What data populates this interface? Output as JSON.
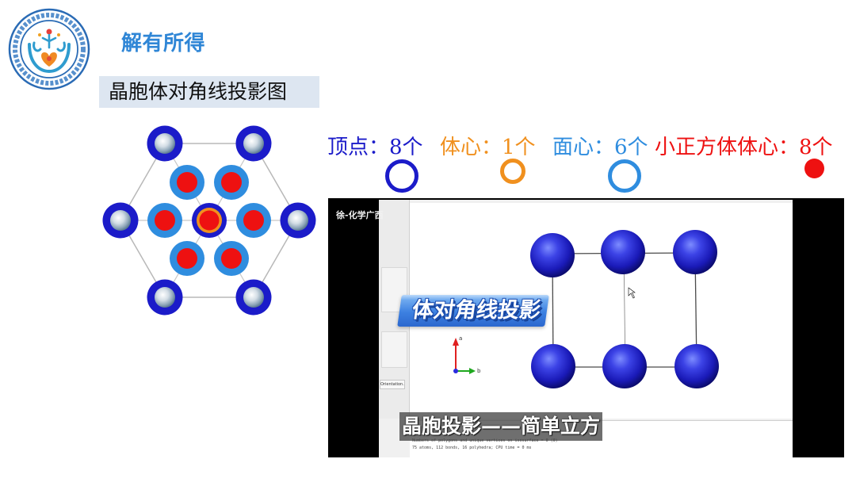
{
  "slide": {
    "title": "解有所得",
    "subtitle": "晶胞体对角线投影图"
  },
  "logo": {
    "icon": "school-logo-icon"
  },
  "colors": {
    "title": "#2f86d6",
    "subtitle_bg": "#dde6f1",
    "vertex": "#1b1bc9",
    "body_center": "#f0901e",
    "face_center": "#2f8ddf",
    "small_cube_center": "#ee1111"
  },
  "legend": [
    {
      "label": "顶点：8个",
      "icon": "vertex-ring-icon"
    },
    {
      "label": "体心：1个",
      "icon": "body-center-ring-icon"
    },
    {
      "label": "面心：6个",
      "icon": "face-center-ring-icon"
    },
    {
      "label": "小正方体体心：8个",
      "icon": "small-cube-center-dot-icon"
    }
  ],
  "video": {
    "channel": "徐-化学广西",
    "overlay_title": "体对角线投影",
    "caption": "晶胞投影——简单立方",
    "orientation_button": "Orientation...",
    "axes": [
      "a",
      "b"
    ],
    "console_lines": [
      "Numbers of polygons and unique vertices on isosurface = 0 (0)",
      "75 atoms, 112 bonds, 16 polyhedra; CPU time = 0 ms"
    ]
  }
}
